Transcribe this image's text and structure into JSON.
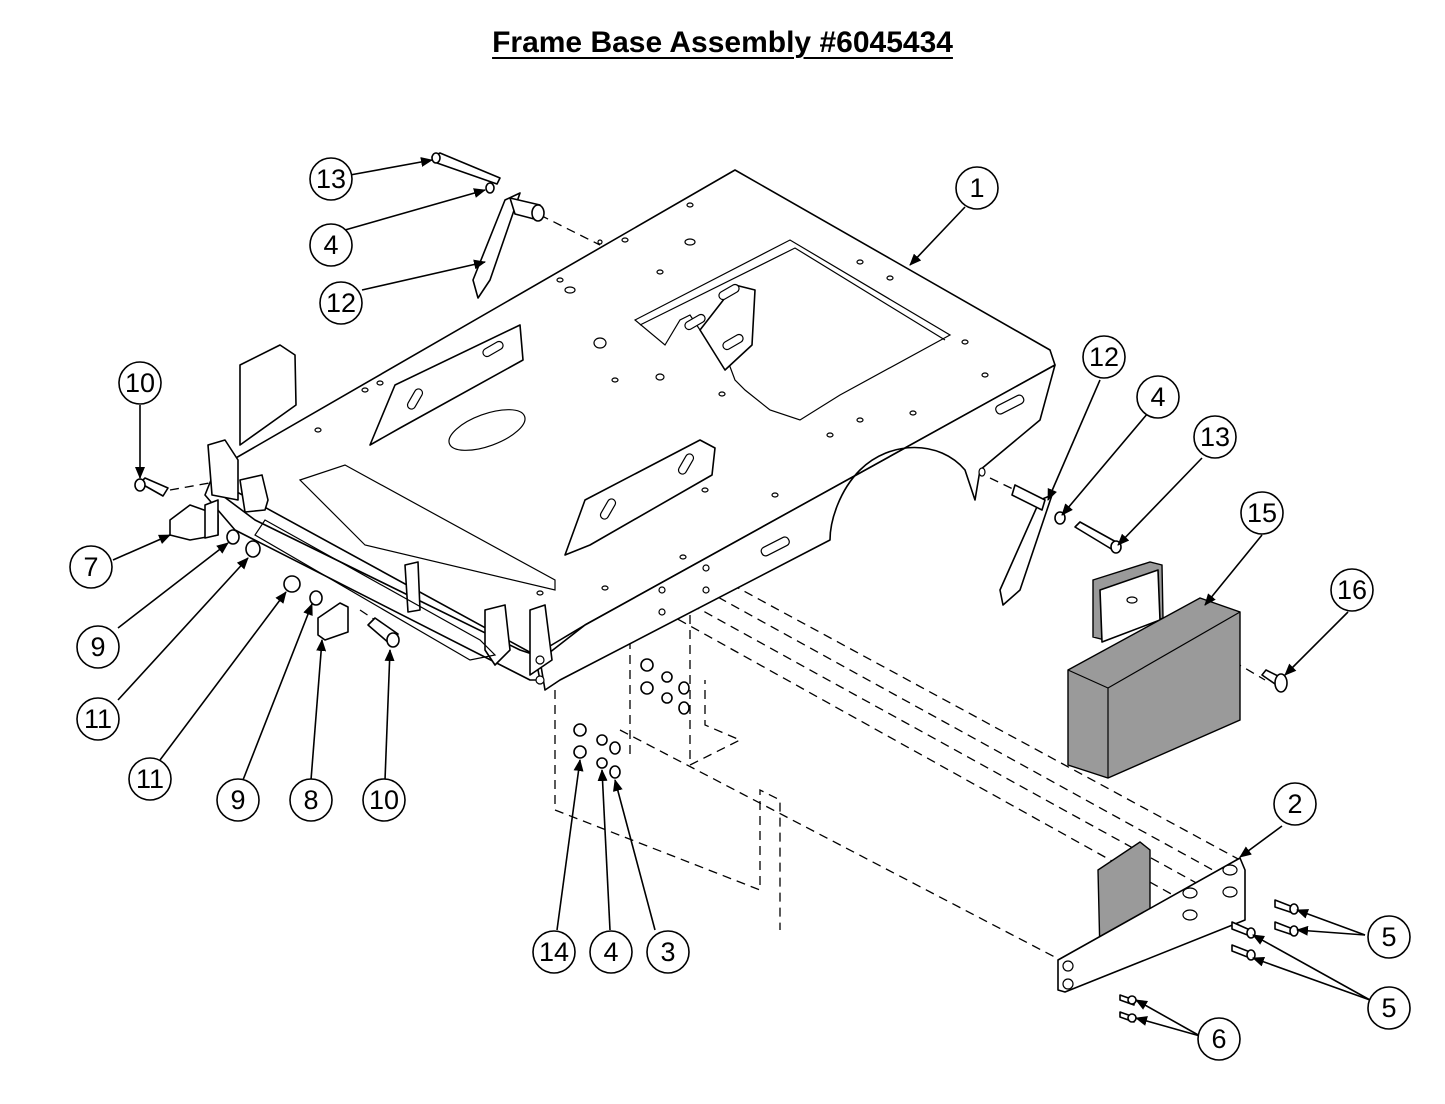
{
  "title": "Frame Base Assembly #6045434",
  "callouts": [
    {
      "id": "c1",
      "label": "1"
    },
    {
      "id": "c2",
      "label": "2"
    },
    {
      "id": "c3",
      "label": "3"
    },
    {
      "id": "c4a",
      "label": "4"
    },
    {
      "id": "c4b",
      "label": "4"
    },
    {
      "id": "c4c",
      "label": "4"
    },
    {
      "id": "c5a",
      "label": "5"
    },
    {
      "id": "c5b",
      "label": "5"
    },
    {
      "id": "c6",
      "label": "6"
    },
    {
      "id": "c7",
      "label": "7"
    },
    {
      "id": "c8",
      "label": "8"
    },
    {
      "id": "c9a",
      "label": "9"
    },
    {
      "id": "c9b",
      "label": "9"
    },
    {
      "id": "c10a",
      "label": "10"
    },
    {
      "id": "c10b",
      "label": "10"
    },
    {
      "id": "c11a",
      "label": "11"
    },
    {
      "id": "c11b",
      "label": "11"
    },
    {
      "id": "c12a",
      "label": "12"
    },
    {
      "id": "c12b",
      "label": "12"
    },
    {
      "id": "c13a",
      "label": "13"
    },
    {
      "id": "c13b",
      "label": "13"
    },
    {
      "id": "c14",
      "label": "14"
    },
    {
      "id": "c15",
      "label": "15"
    },
    {
      "id": "c16",
      "label": "16"
    }
  ]
}
